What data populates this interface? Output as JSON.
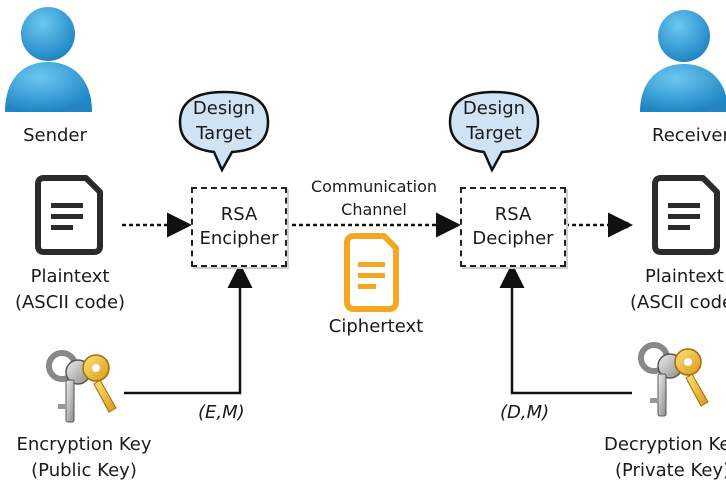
{
  "sender": {
    "label": "Sender"
  },
  "receiver": {
    "label": "Receiver"
  },
  "left_doc": {
    "line1": "Plaintext",
    "line2": "(ASCII code)"
  },
  "right_doc": {
    "line1": "Plaintext",
    "line2": "(ASCII code)"
  },
  "encipher_box": {
    "line1": "RSA",
    "line2": "Encipher"
  },
  "decipher_box": {
    "line1": "RSA",
    "line2": "Decipher"
  },
  "bubble_left": {
    "line1": "Design",
    "line2": "Target"
  },
  "bubble_right": {
    "line1": "Design",
    "line2": "Target"
  },
  "channel": {
    "line1": "Communication",
    "line2": "Channel"
  },
  "ciphertext": {
    "label": "Ciphertext"
  },
  "enc_key": {
    "line1": "Encryption Key",
    "line2": "(Public Key)",
    "param": "(E,M)"
  },
  "dec_key": {
    "line1": "Decryption Key",
    "line2": "(Private Key)",
    "param": "(D,M)"
  },
  "colors": {
    "person": "#2a9fd6",
    "document": "#2b2b2b",
    "ciphertext": "#f5a623",
    "bubble": "#cfe3f5",
    "key": "#f0b429"
  }
}
